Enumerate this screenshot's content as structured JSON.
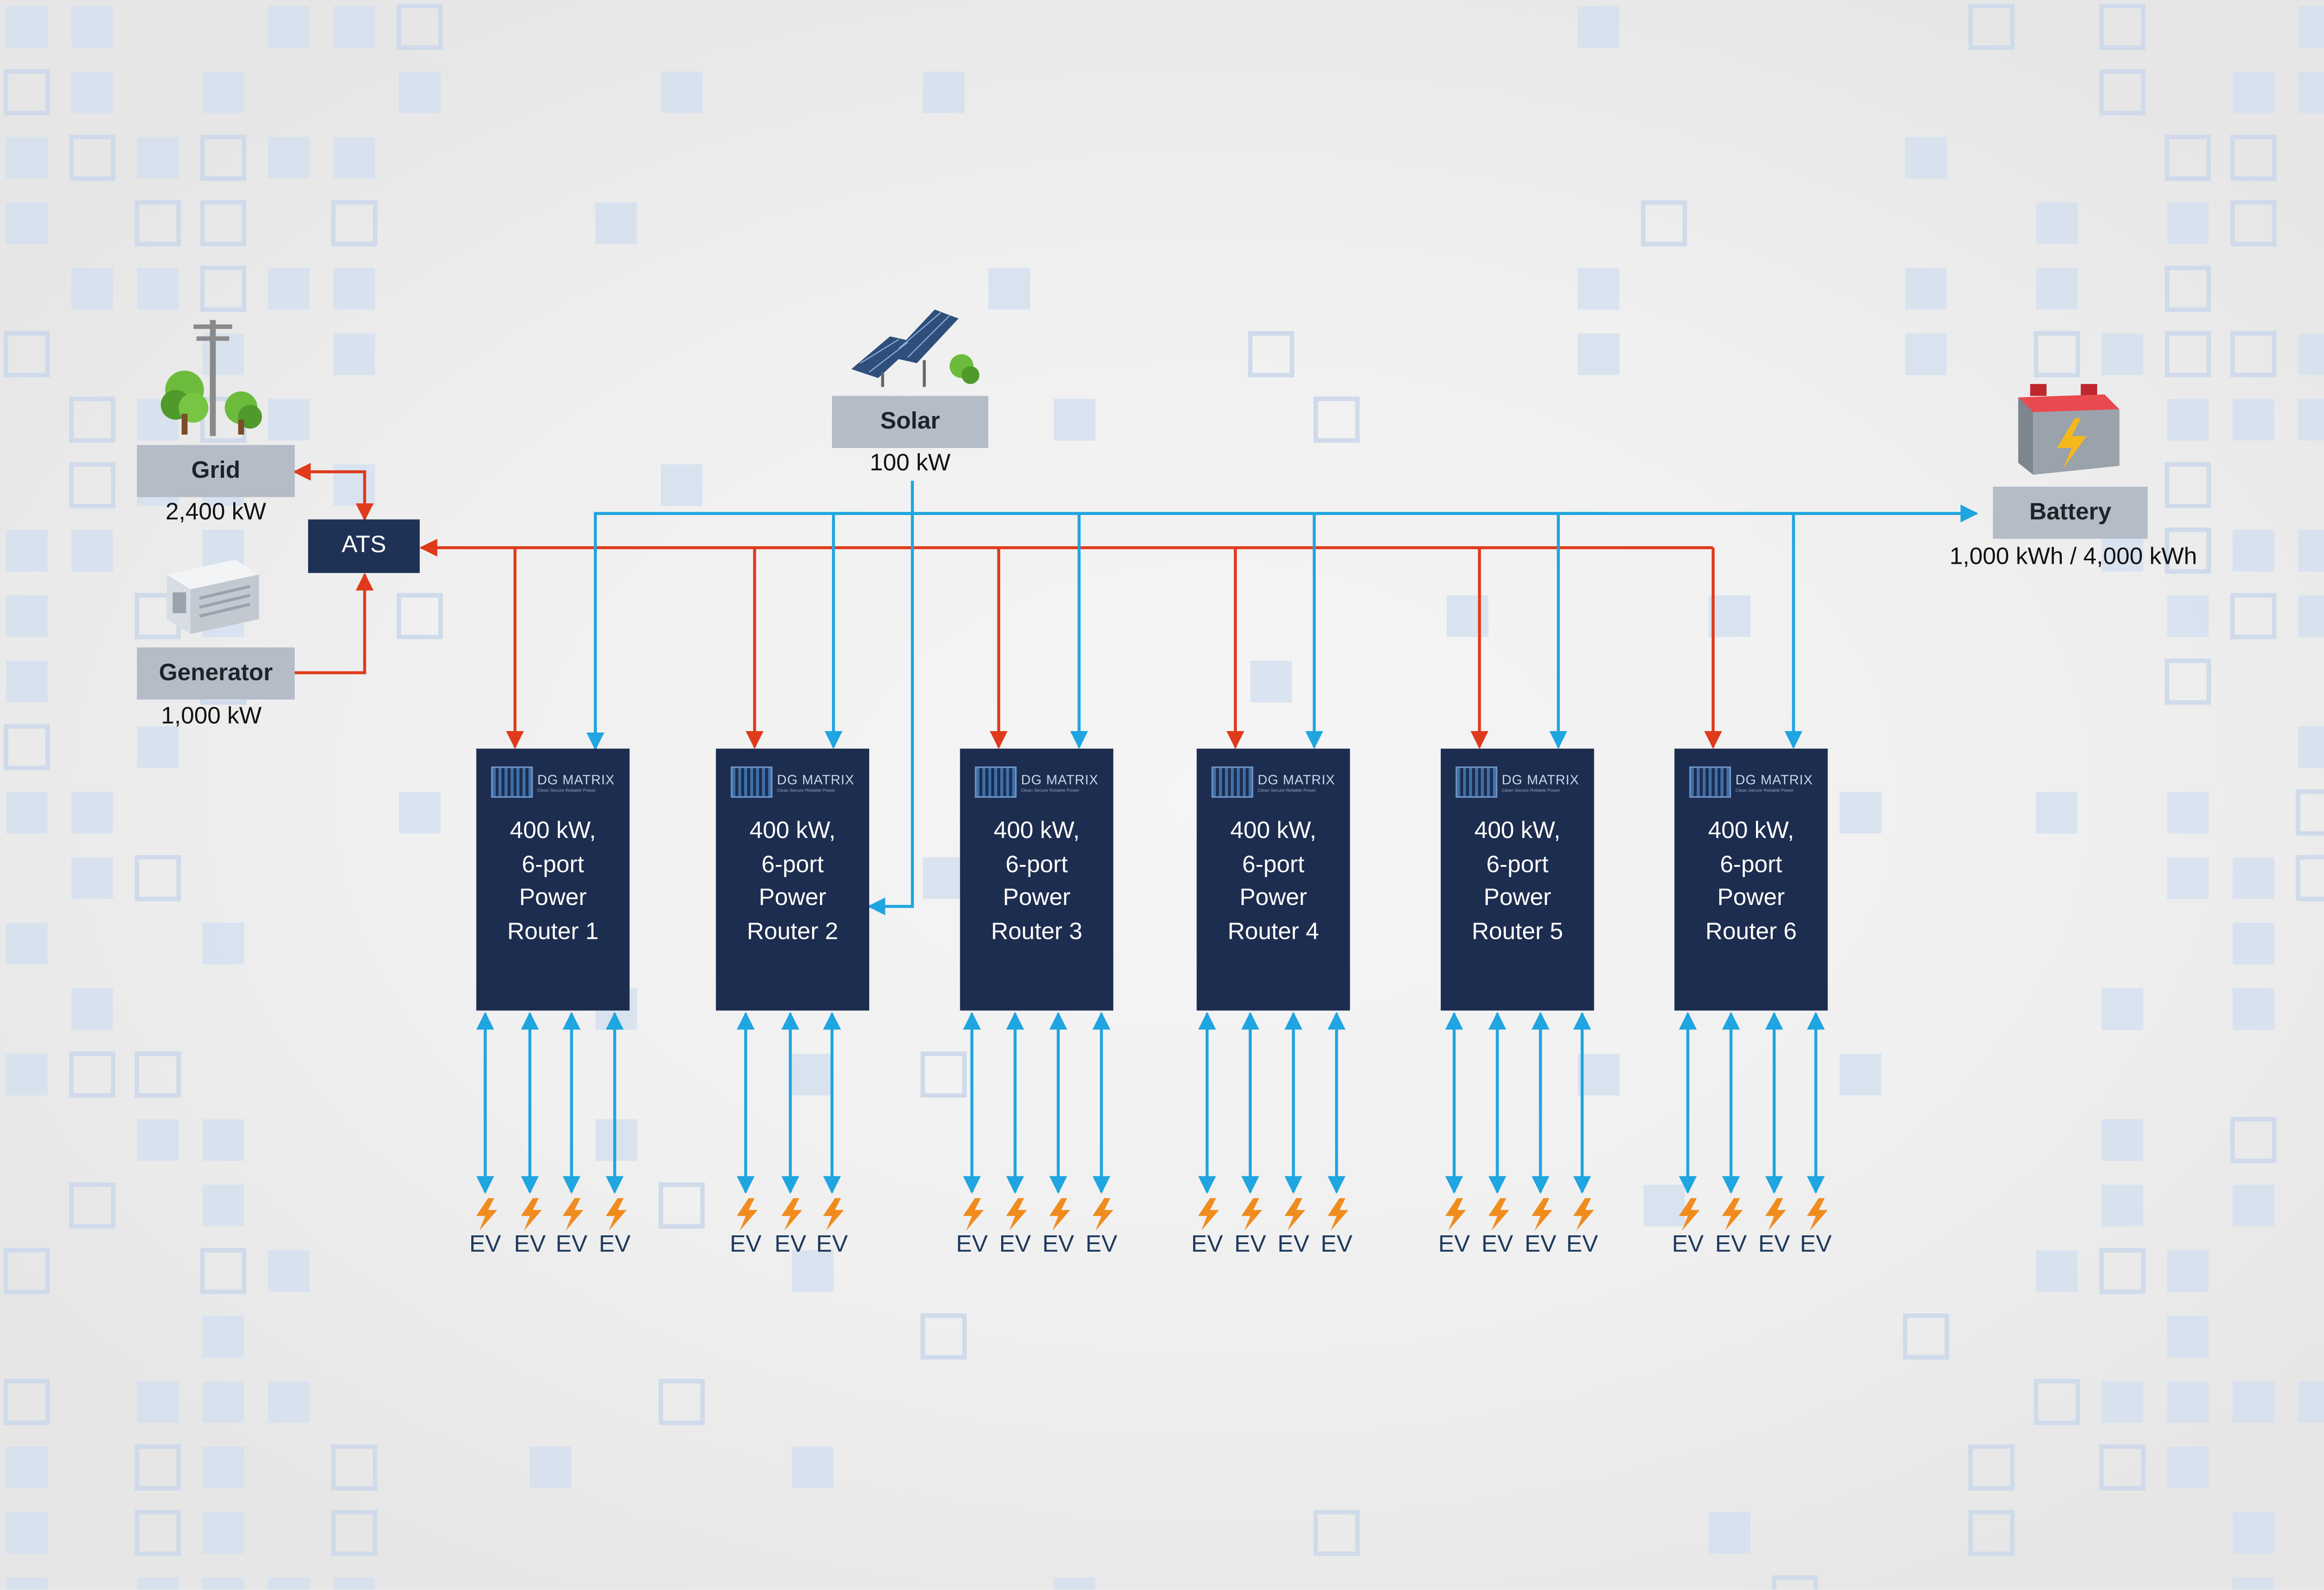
{
  "sources": {
    "grid": {
      "label": "Grid",
      "value": "2,400 kW",
      "icon": "utility-pole-trees-icon"
    },
    "generator": {
      "label": "Generator",
      "value": "1,000 kW",
      "icon": "generator-icon"
    },
    "solar": {
      "label": "Solar",
      "value": "100 kW",
      "icon": "solar-panel-icon"
    },
    "battery": {
      "label": "Battery",
      "value": "1,000 kWh / 4,000 kWh",
      "icon": "battery-icon"
    }
  },
  "ats": {
    "label": "ATS"
  },
  "brand": {
    "name": "DG MATRIX",
    "tagline": "Clean Secure Reliable Power"
  },
  "routers": [
    {
      "line1": "400 kW,",
      "line2": "6-port",
      "line3": "Power",
      "line4": "Router 1",
      "ev_ports": [
        "EV",
        "EV",
        "EV",
        "EV"
      ]
    },
    {
      "line1": "400 kW,",
      "line2": "6-port",
      "line3": "Power",
      "line4": "Router 2",
      "ev_ports": [
        "EV",
        "EV",
        "EV"
      ]
    },
    {
      "line1": "400 kW,",
      "line2": "6-port",
      "line3": "Power",
      "line4": "Router 3",
      "ev_ports": [
        "EV",
        "EV",
        "EV",
        "EV"
      ]
    },
    {
      "line1": "400 kW,",
      "line2": "6-port",
      "line3": "Power",
      "line4": "Router 4",
      "ev_ports": [
        "EV",
        "EV",
        "EV",
        "EV"
      ]
    },
    {
      "line1": "400 kW,",
      "line2": "6-port",
      "line3": "Power",
      "line4": "Router 5",
      "ev_ports": [
        "EV",
        "EV",
        "EV",
        "EV"
      ]
    },
    {
      "line1": "400 kW,",
      "line2": "6-port",
      "line3": "Power",
      "line4": "Router 6",
      "ev_ports": [
        "EV",
        "EV",
        "EV",
        "EV"
      ]
    }
  ],
  "colors": {
    "ac_line": "#e03a1c",
    "dc_line": "#1fa5e0",
    "router_fill": "#1d2d4f",
    "label_box": "#b4bcc8",
    "ev_bolt": "#f08c1e"
  }
}
